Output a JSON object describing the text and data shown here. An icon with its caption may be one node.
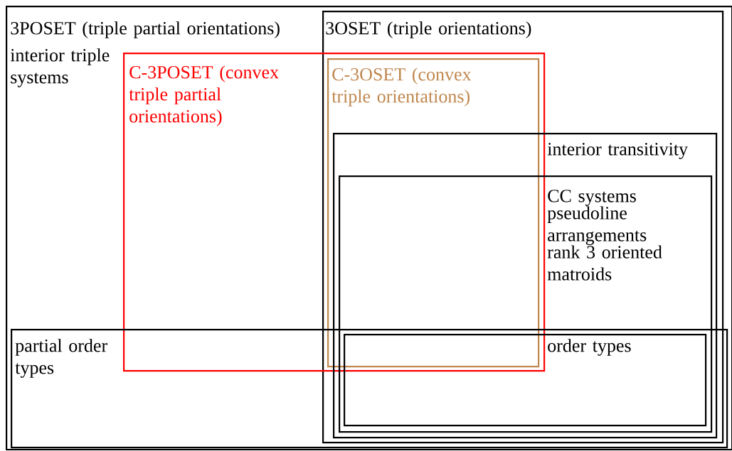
{
  "diagram": {
    "nodes": [
      {
        "text": [
          "3POSET (triple partial orientations)",
          "interior triple systems"
        ]
      },
      {
        "text": [
          "3OSET (triple orientations)"
        ],
        "in": 0
      },
      {
        "text": [
          "C-3POSET (convex triple partial orientations)"
        ],
        "in": 0
      },
      {
        "text": [
          "C-3OSET (convex triple orientations)"
        ]
      },
      {
        "text": [
          "interior transitivity"
        ],
        "in": 1
      },
      {
        "text": [
          "CC systems",
          "pseudoline arrangements",
          "rank 3 oriented matroids"
        ],
        "in": 4
      },
      {
        "text": [
          "partial order types"
        ],
        "in": 0
      },
      {
        "text": [
          "order types"
        ]
      }
    ]
  }
}
